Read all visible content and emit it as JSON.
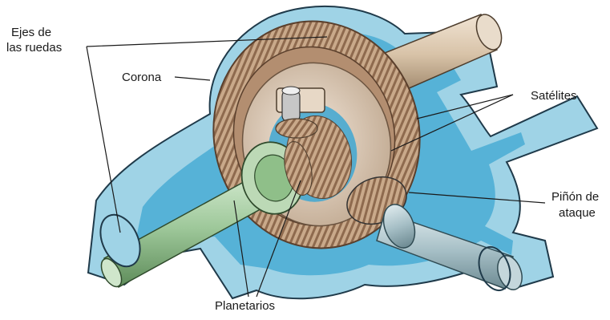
{
  "labels": {
    "wheel_axles": [
      "Ejes de",
      "las ruedas"
    ],
    "crown": "Corona",
    "satellites": "Satélites",
    "pinion": [
      "Piñón de",
      "ataque"
    ],
    "planetary": "Planetarios"
  },
  "colors": {
    "housing_blue": "#9fd3e6",
    "housing_outline": "#1f3a4a",
    "housing_inner": "#3ea7d2",
    "gear_bronze": "#c9a98a",
    "gear_dark": "#8e6a4e",
    "carrier_beige": "#e8d9c8",
    "axle_green": "#9ec89a",
    "axle_tan": "#d8c3a8",
    "shaft_gray": "#9db8c0"
  }
}
